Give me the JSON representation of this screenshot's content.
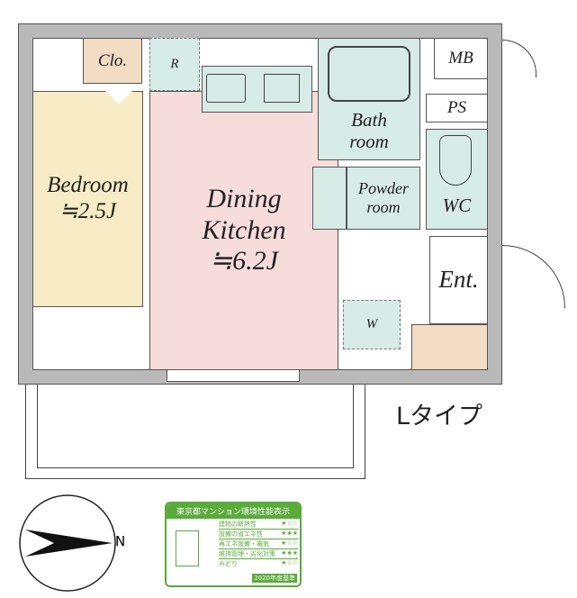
{
  "plan_type": "Lタイプ",
  "rooms": {
    "closet": "Clo.",
    "refrigerator": "R",
    "bedroom": "Bedroom",
    "bedroom_size": "≒2.5J",
    "dining_kitchen": "Dining",
    "dining_kitchen_2": "Kitchen",
    "dining_size": "≒6.2J",
    "bathroom": "Bath",
    "bathroom_2": "room",
    "powder_room": "Powder",
    "powder_room_2": "room",
    "wc": "WC",
    "meter_box": "MB",
    "pipe_space": "PS",
    "entrance": "Ent.",
    "washer": "W"
  },
  "compass": {
    "label": "N"
  },
  "eco_label": {
    "title": "東京都マンション環境性能表示",
    "rows": [
      {
        "label": "建物の断熱性",
        "stars": 1
      },
      {
        "label": "設備の省エネ性",
        "stars": 3
      },
      {
        "label": "再エネ設備・電気",
        "stars": 1
      },
      {
        "label": "維持管理・劣化対策",
        "stars": 3
      },
      {
        "label": "みどり",
        "stars": 1
      }
    ],
    "year": "2020年度基準",
    "color": "#5aab3c"
  },
  "colors": {
    "bedroom": "#f7ecc5",
    "dining": "#f7dcdc",
    "wet": "#d7ebe7",
    "closet": "#f2dcc4",
    "wall": "#b9b9b9"
  }
}
